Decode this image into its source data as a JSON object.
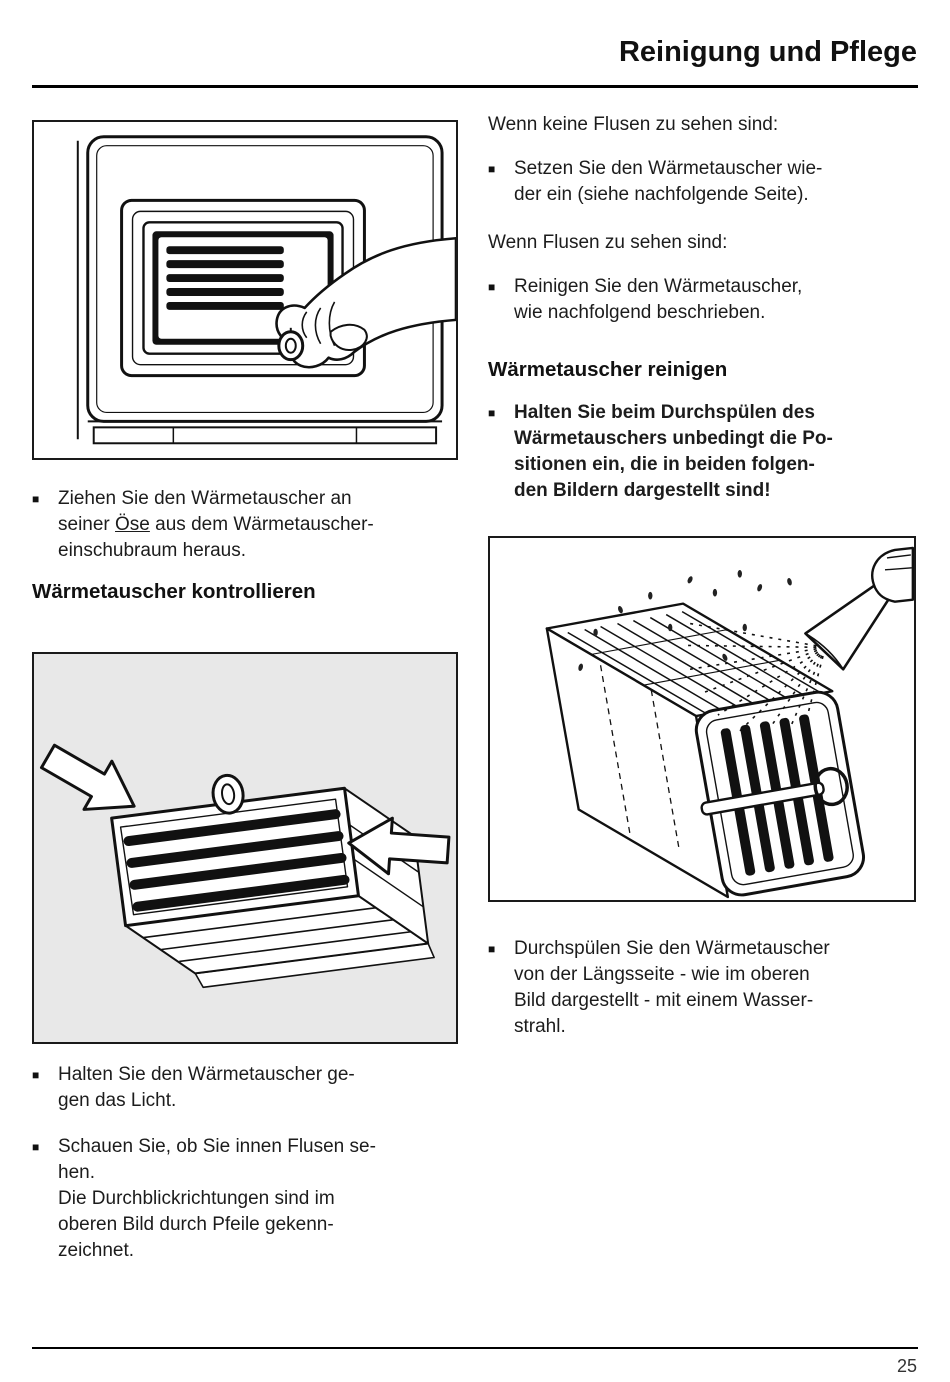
{
  "header": {
    "title": "Reinigung und Pflege"
  },
  "glyphs": {
    "square_bullet": "■"
  },
  "figures": {
    "fig1": "hand-pulling-heat-exchanger-from-slot",
    "fig2": "heat-exchanger-with-viewing-direction-arrows",
    "fig3": "rinsing-heat-exchanger-with-water-spray"
  },
  "left": {
    "bullet_pull": {
      "before": "Ziehen Sie den Wärmetauscher an\nseiner ",
      "underlined": "Öse",
      "after": " aus dem Wärmetauscher-\neinschubraum heraus."
    },
    "heading_check": "Wärmetauscher kontrollieren",
    "bullet_light": "Halten Sie den Wärmetauscher ge-\ngen das Licht.",
    "bullet_look": "Schauen Sie, ob Sie innen Flusen se-\nhen.\nDie Durchblickrichtungen sind im\noberen Bild durch Pfeile gekenn-\nzeichnet."
  },
  "right": {
    "intro_no_lint": "Wenn keine Flusen zu sehen sind:",
    "bullet_reinsert": "Setzen Sie den Wärmetauscher wie-\nder ein (siehe nachfolgende Seite).",
    "intro_lint": "Wenn Flusen zu sehen sind:",
    "bullet_clean": "Reinigen Sie den Wärmetauscher,\nwie nachfolgend beschrieben.",
    "heading_clean": "Wärmetauscher reinigen",
    "bullet_positions": "Halten Sie beim Durchspülen des\nWärmetauschers unbedingt die Po-\nsitionen ein, die in beiden folgen-\nden Bildern dargestellt sind!",
    "bullet_rinse": "Durchspülen Sie den Wärmetauscher\nvon der Längsseite - wie im oberen\nBild dargestellt - mit einem Wasser-\nstrahl."
  },
  "footer": {
    "page_number": "25"
  }
}
